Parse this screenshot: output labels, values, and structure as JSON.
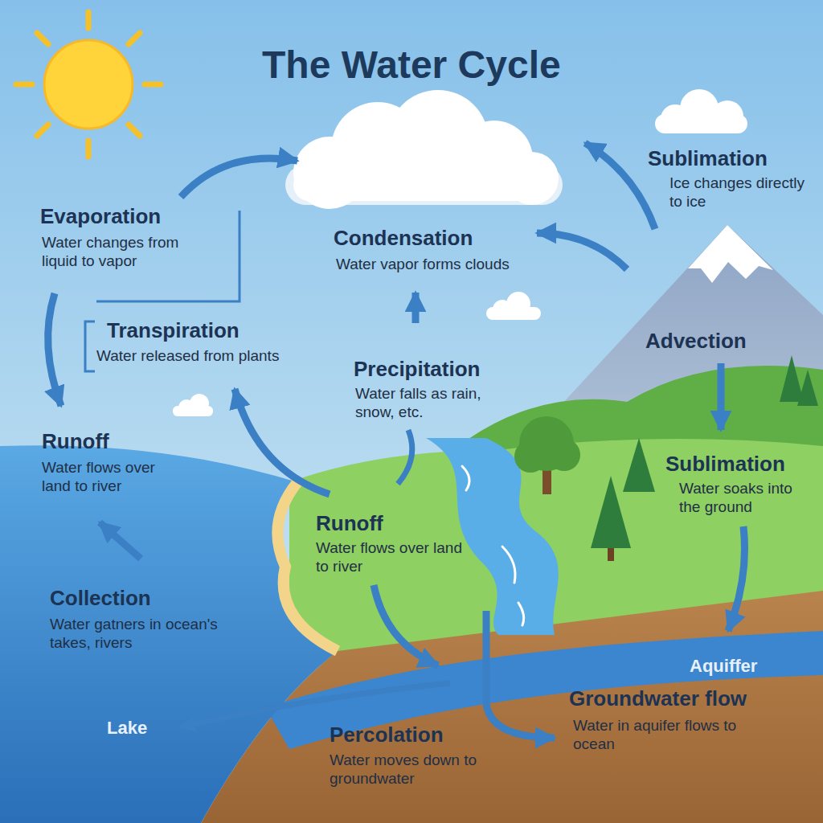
{
  "diagram": {
    "title": "The Water Cycle",
    "labels": [
      "Evaporation",
      "Water changes from liquid to vapor",
      "Transpiration",
      "Water released from plants",
      "Runoff",
      "Water flows over land to river",
      "Collection",
      "Water gatners in ocean's takes, rivers",
      "Lake",
      "Condensation",
      "Water vapor forms clouds",
      "Precipitation",
      "Water falls as rain, snow, etc.",
      "Runoff",
      "Water flows over land to river",
      "Sublimation",
      "Ice changes directly to ice",
      "Advection",
      "Sublimation",
      "Water soaks into the ground",
      "Aquiffer",
      "Percolation",
      "Water moves down to groundwater",
      "Groundwater flow",
      "Water in aquifer flows to ocean"
    ]
  }
}
